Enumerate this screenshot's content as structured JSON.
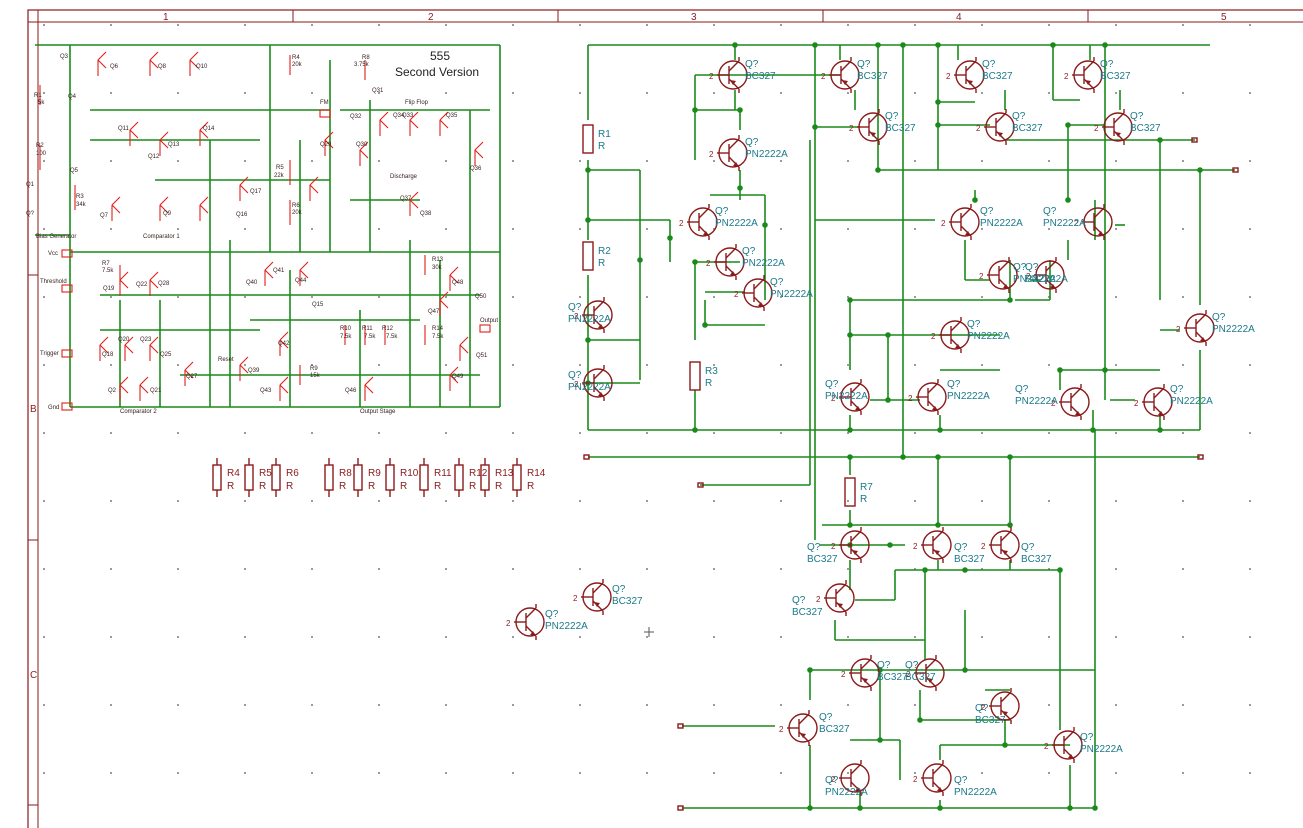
{
  "sheet": {
    "column_labels": [
      "1",
      "2",
      "3",
      "4",
      "5"
    ],
    "row_labels": [
      "B",
      "C"
    ],
    "grid_dot_color": "#9a9a9a",
    "frame_color": "#8b1a1a",
    "wire_color": "#1a8a1a",
    "label_color": "#1a7a8a"
  },
  "schematic_555": {
    "title_line1": "555",
    "title_line2": "Second Version",
    "pins": [
      "Bias Generator",
      "Vcc",
      "Threshold",
      "Trigger",
      "Gnd"
    ],
    "section_labels": [
      "Comparator 1",
      "Comparator 2",
      "Output Stage",
      "Flip Flop",
      "Discharge",
      "Reset",
      "Output",
      "FM"
    ],
    "transistors": [
      "Q3",
      "Q4",
      "Q5",
      "Q6",
      "Q7",
      "Q8",
      "Q9",
      "Q10",
      "Q11",
      "Q12",
      "Q13",
      "Q14",
      "Q15",
      "Q16",
      "Q17",
      "Q18",
      "Q19",
      "Q20",
      "Q21",
      "Q22",
      "Q23",
      "Q24",
      "Q25",
      "Q26",
      "Q27",
      "Q28",
      "Q29",
      "Q30",
      "Q31",
      "Q32",
      "Q33",
      "Q34",
      "Q35",
      "Q36",
      "Q37",
      "Q38",
      "Q39",
      "Q40",
      "Q41",
      "Q42",
      "Q43",
      "Q44",
      "Q45",
      "Q46",
      "Q47",
      "Q48",
      "Q49",
      "Q50",
      "Q51",
      "Q1",
      "Q2",
      "Q?"
    ],
    "resistors": [
      {
        "ref": "R1",
        "value": "5k"
      },
      {
        "ref": "R2",
        "value": "100"
      },
      {
        "ref": "R3",
        "value": "34k"
      },
      {
        "ref": "R4",
        "value": "20k"
      },
      {
        "ref": "R5",
        "value": "22k"
      },
      {
        "ref": "R6",
        "value": "20k"
      },
      {
        "ref": "R7",
        "value": "7.5k"
      },
      {
        "ref": "R8",
        "value": "3.75k"
      },
      {
        "ref": "R9",
        "value": "15k"
      },
      {
        "ref": "R10",
        "value": "7.5k"
      },
      {
        "ref": "R11",
        "value": "7.5k"
      },
      {
        "ref": "R12",
        "value": "7.5k"
      },
      {
        "ref": "R13",
        "value": "30k"
      },
      {
        "ref": "R14",
        "value": "7.5k"
      }
    ]
  },
  "loose_resistors": [
    {
      "ref": "R4",
      "value": "R"
    },
    {
      "ref": "R5",
      "value": "R"
    },
    {
      "ref": "R6",
      "value": "R"
    },
    {
      "ref": "R8",
      "value": "R"
    },
    {
      "ref": "R9",
      "value": "R"
    },
    {
      "ref": "R10",
      "value": "R"
    },
    {
      "ref": "R11",
      "value": "R"
    },
    {
      "ref": "R12",
      "value": "R"
    },
    {
      "ref": "R13",
      "value": "R"
    },
    {
      "ref": "R14",
      "value": "R"
    }
  ],
  "main_resistors": [
    {
      "ref": "R1",
      "value": "R"
    },
    {
      "ref": "R2",
      "value": "R"
    },
    {
      "ref": "R3",
      "value": "R"
    },
    {
      "ref": "R7",
      "value": "R"
    }
  ],
  "transistor_ref": "Q?",
  "transistor_types": {
    "npn": "PN2222A",
    "pnp": "BC327"
  },
  "pin_number": "2",
  "overlap_labels": {
    "npn_pair": "PN2222APN2222A",
    "q_dual_a": "Q?",
    "q_dual_b": "Q?",
    "bc_overlap": "BC327",
    "npn_overlap": "PN2222A"
  }
}
